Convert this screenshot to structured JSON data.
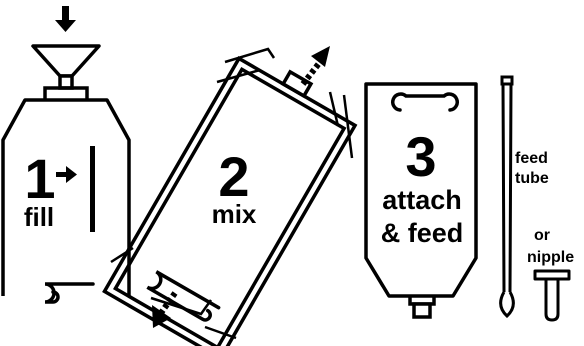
{
  "steps": [
    {
      "number": "1",
      "label": "fill"
    },
    {
      "number": "2",
      "label": "mix"
    },
    {
      "number": "3",
      "label_line1": "attach",
      "label_line2": "& feed"
    }
  ],
  "accessories": {
    "feed_tube_line1": "feed",
    "feed_tube_line2": "tube",
    "or_text": "or",
    "nipple_text": "nipple"
  },
  "icons": [
    "down-arrow-icon",
    "funnel-icon",
    "right-arrow-icon",
    "shake-arrow-icon",
    "feeding-bag-icon",
    "feed-tube-icon",
    "nipple-icon"
  ],
  "colors": {
    "ink": "#000000",
    "background": "#ffffff"
  }
}
